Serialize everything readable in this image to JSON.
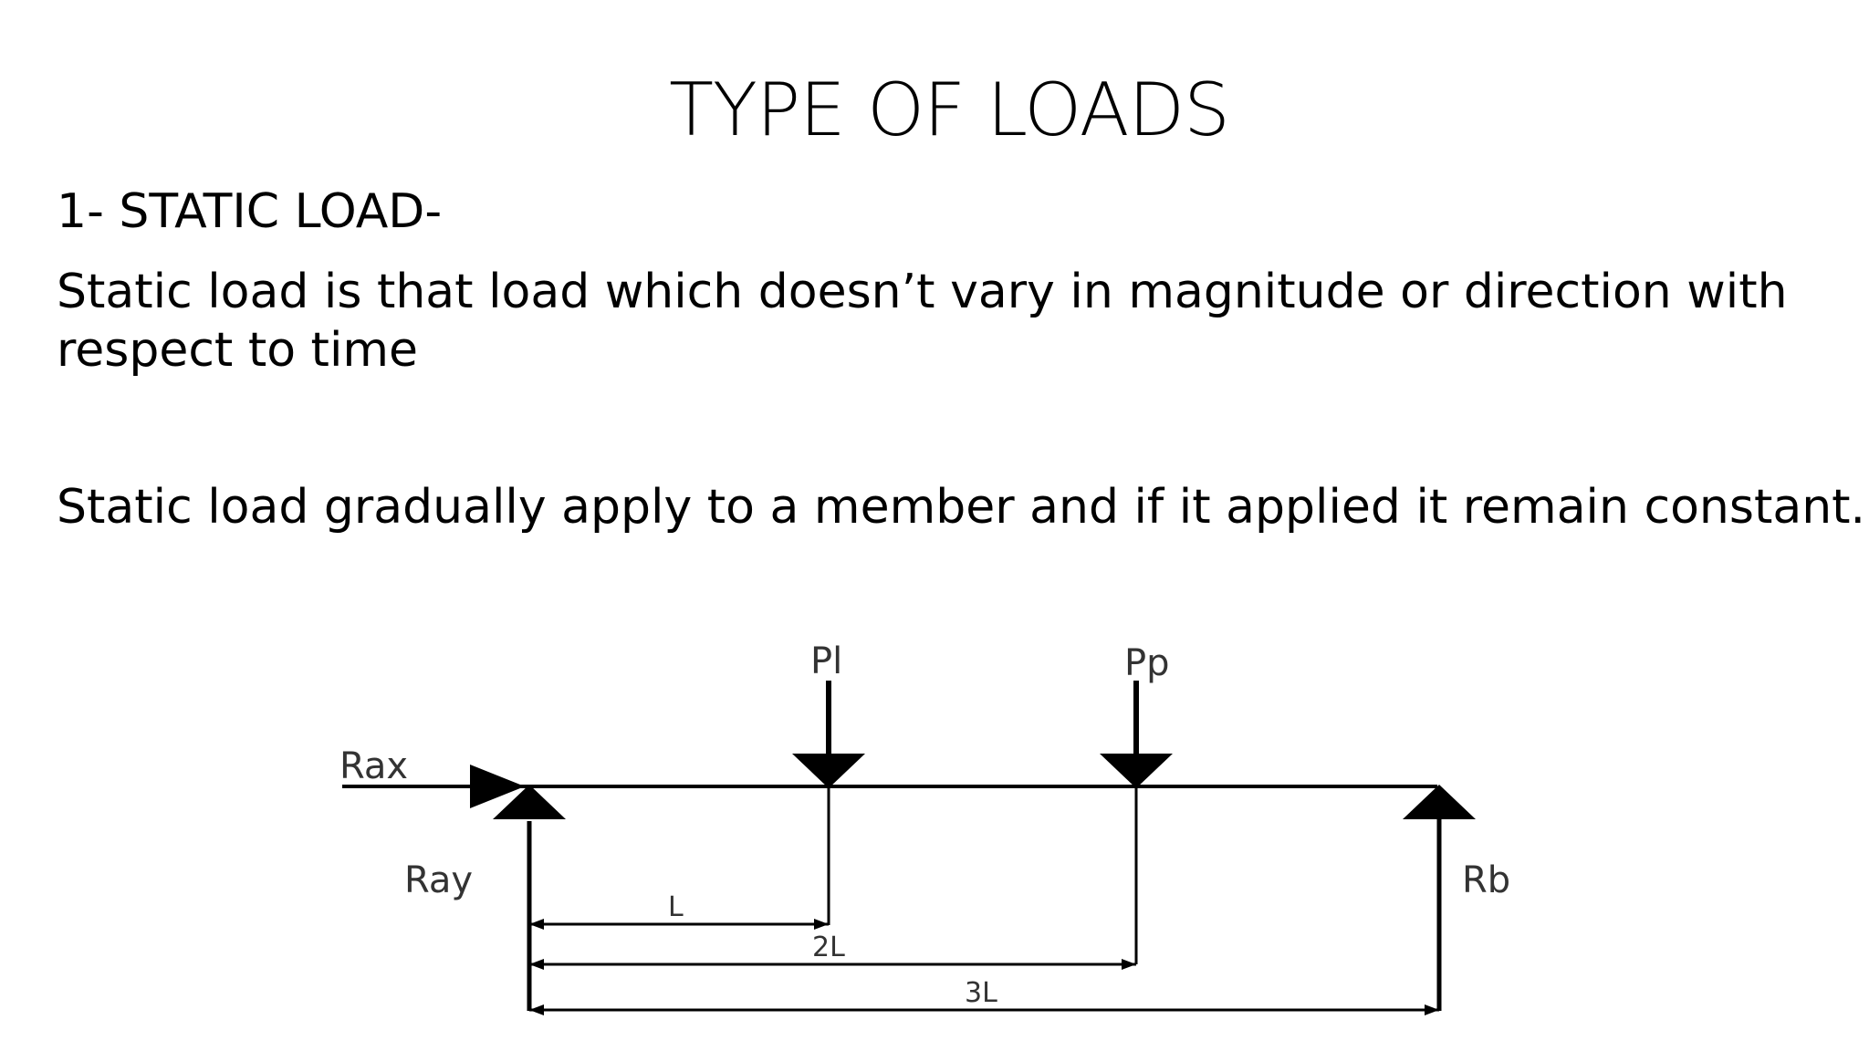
{
  "slide": {
    "title": "TYPE OF LOADS",
    "heading": "1- STATIC LOAD-",
    "paragraph1_line1": "Static load is that load which doesn’t  vary in magnitude or direction with",
    "paragraph1_line2": "respect to time",
    "paragraph2": "Static load gradually apply to a member and if it applied it remain constant."
  },
  "diagram": {
    "loads": {
      "point_load_1": "Pl",
      "point_load_2": "Pp"
    },
    "reactions": {
      "horizontal_a": "Rax",
      "vertical_a": "Ray",
      "vertical_b": "Rb"
    },
    "dimensions": {
      "d1": "L",
      "d2": "2L",
      "d3": "3L"
    }
  }
}
